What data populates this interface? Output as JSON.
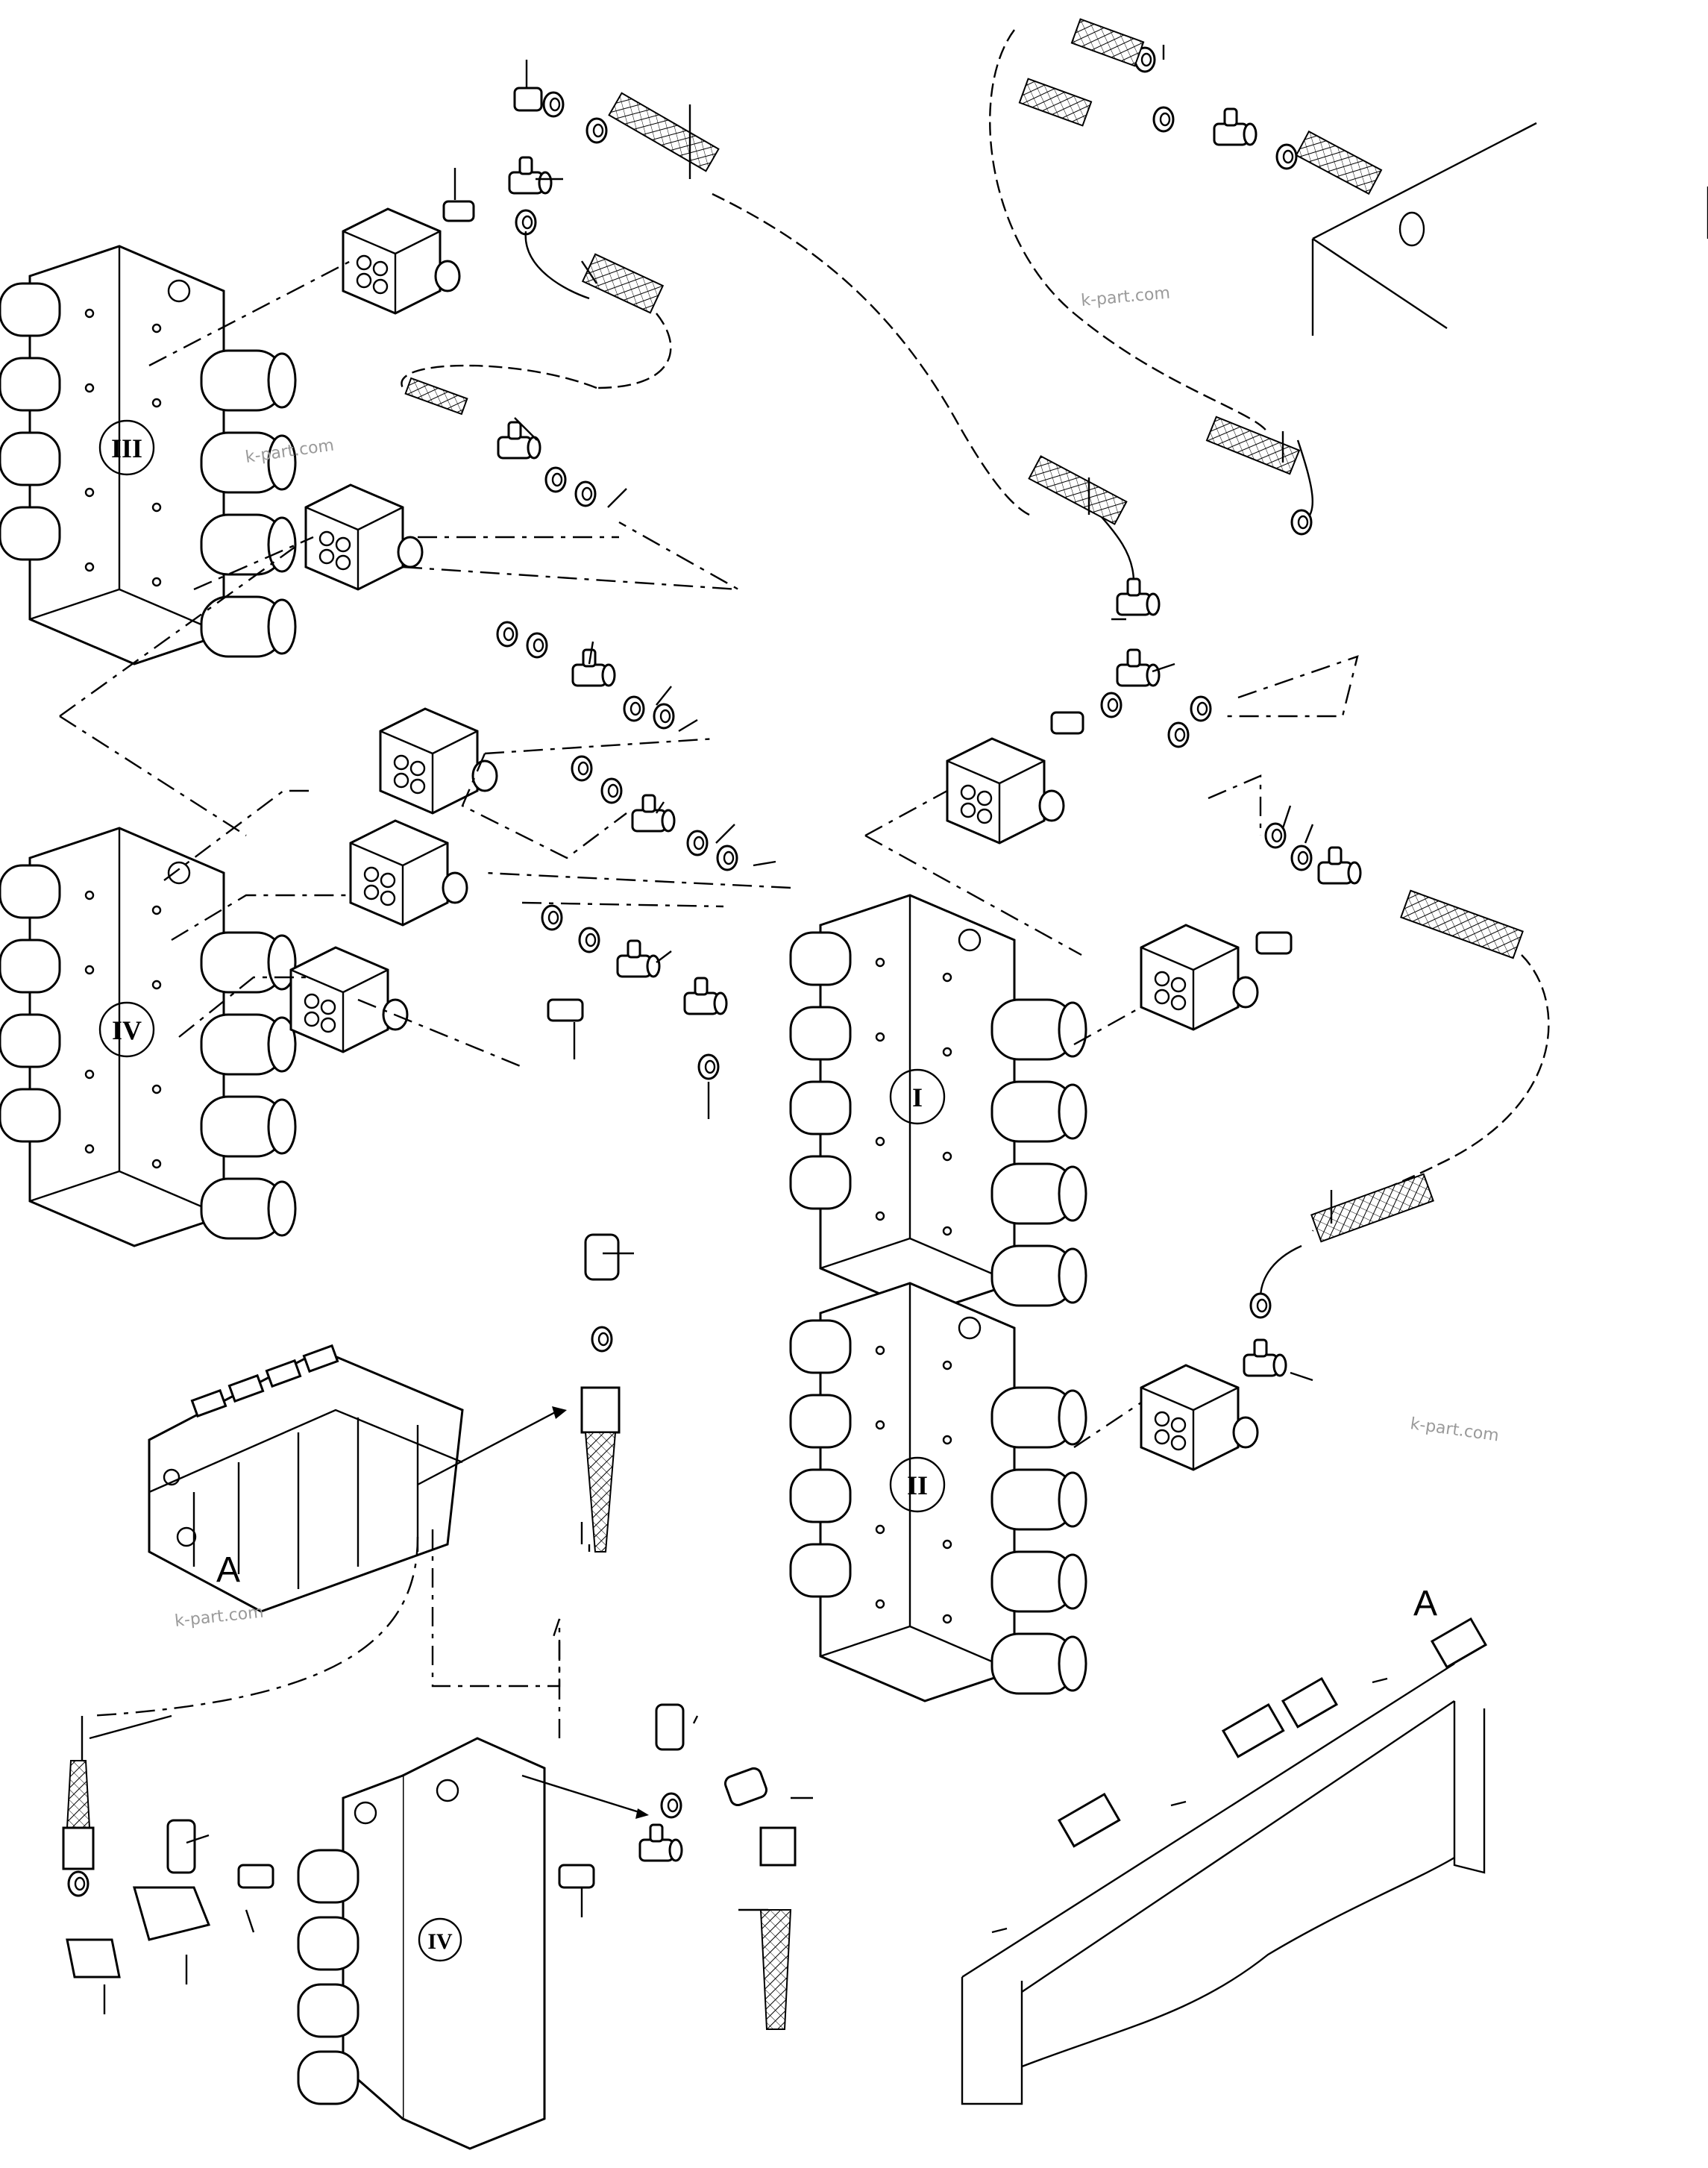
{
  "diagram": {
    "valve_blocks": [
      {
        "id": "III",
        "label": "III"
      },
      {
        "id": "IV",
        "label": "IV"
      },
      {
        "id": "I",
        "label": "I"
      },
      {
        "id": "II",
        "label": "II"
      },
      {
        "id": "IV-detail",
        "label": "IV"
      }
    ],
    "detail_labels": [
      "A",
      "A"
    ],
    "watermarks": [
      "k-part.com",
      "k-part.com",
      "k-part.com",
      "k-part.com"
    ]
  }
}
